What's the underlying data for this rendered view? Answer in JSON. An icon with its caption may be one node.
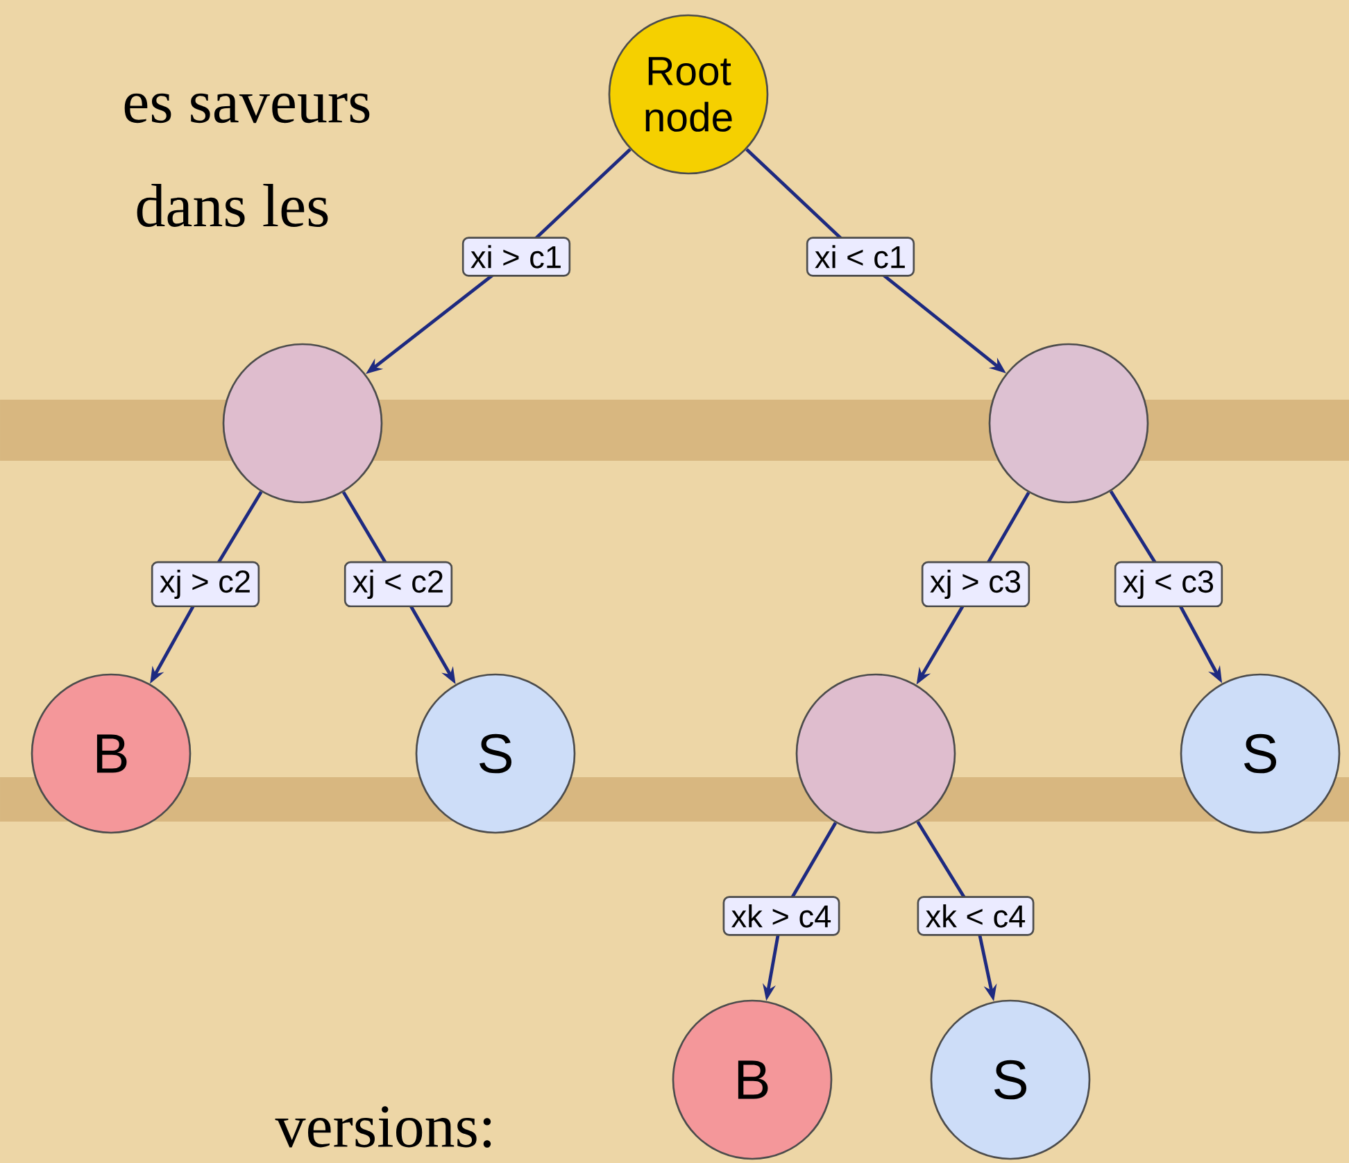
{
  "diagram": {
    "nodes": [
      {
        "text": [
          "Root node"
        ]
      },
      {
        "text": [],
        "shape": "circle"
      },
      {
        "text": [],
        "shape": "circle"
      },
      {
        "text": [
          "B"
        ]
      },
      {
        "text": [
          "S"
        ]
      },
      {
        "text": [],
        "shape": "circle"
      },
      {
        "text": [
          "S"
        ]
      },
      {
        "text": [
          "B"
        ]
      },
      {
        "text": [
          "S"
        ]
      }
    ],
    "edges": [
      {
        "from": 0,
        "to": 1,
        "arrow": "to",
        "label": "xi > c1"
      },
      {
        "from": 0,
        "to": 2,
        "arrow": "to",
        "label": "xi < c1"
      },
      {
        "from": 1,
        "to": 3,
        "arrow": "to",
        "label": "xj > c2"
      },
      {
        "from": 1,
        "to": 4,
        "arrow": "to",
        "label": "xj < c2"
      },
      {
        "from": 2,
        "to": 5,
        "arrow": "to",
        "label": "xj > c3"
      },
      {
        "from": 2,
        "to": 6,
        "arrow": "to",
        "label": "xj < c3"
      },
      {
        "from": 5,
        "to": 7,
        "arrow": "to",
        "label": "xk > c4"
      },
      {
        "from": 5,
        "to": 8,
        "arrow": "to",
        "label": "xk < c4"
      }
    ],
    "labels": [
      "es saveurs",
      "dans les",
      "versions:"
    ]
  }
}
